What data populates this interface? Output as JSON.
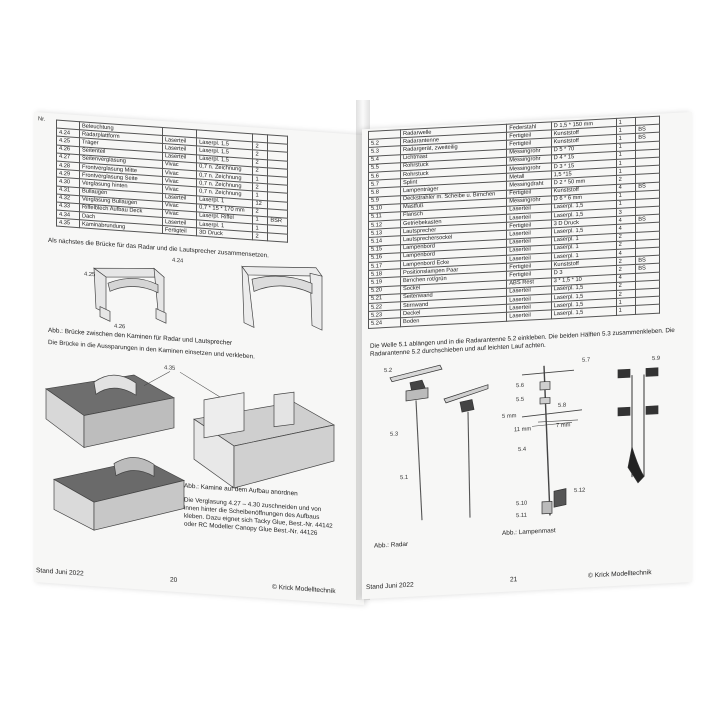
{
  "left_page": {
    "table_header_no": "Nr.",
    "rows": [
      {
        "no": "",
        "name": "Beleuchtung",
        "mat": "",
        "dim": "",
        "qty": "",
        "note": ""
      },
      {
        "no": "4.24",
        "name": "Radarplattform",
        "mat": "Laserteil",
        "dim": "Laserpl. 1,5",
        "qty": "2",
        "note": ""
      },
      {
        "no": "4.25",
        "name": "Träger",
        "mat": "Laserteil",
        "dim": "Laserpl. 1,5",
        "qty": "2",
        "note": ""
      },
      {
        "no": "4.26",
        "name": "Seitenteil",
        "mat": "Laserteil",
        "dim": "Laserpl. 1,5",
        "qty": "2",
        "note": ""
      },
      {
        "no": "4.27",
        "name": "Seitenverglasung",
        "mat": "Vivac",
        "dim": "0,7 n. Zeichnung",
        "qty": "2",
        "note": ""
      },
      {
        "no": "4.28",
        "name": "Frontverglasung Mitte",
        "mat": "Vivac",
        "dim": "0,7 n. Zeichnung",
        "qty": "1",
        "note": ""
      },
      {
        "no": "4.29",
        "name": "Frontverglasung Seite",
        "mat": "Vivac",
        "dim": "0,7 n. Zeichnung",
        "qty": "2",
        "note": ""
      },
      {
        "no": "4.30",
        "name": "Verglasung hinten",
        "mat": "Vivac",
        "dim": "0,7 n. Zeichnung",
        "qty": "1",
        "note": ""
      },
      {
        "no": "4.31",
        "name": "Bullaugen",
        "mat": "Laserteil",
        "dim": "Laserpl. 1",
        "qty": "12",
        "note": ""
      },
      {
        "no": "4.32",
        "name": "Verglasung Bullaugen",
        "mat": "Vivac",
        "dim": "0,7 * 15 * 170 mm",
        "qty": "2",
        "note": ""
      },
      {
        "no": "4.33",
        "name": "Riffelblech Aufbau Deck",
        "mat": "Vivac",
        "dim": "Laserpl. Riffel",
        "qty": "1",
        "note": "BSR"
      },
      {
        "no": "4.34",
        "name": "Dach",
        "mat": "Laserteil",
        "dim": "Laserpl. 1",
        "qty": "1",
        "note": ""
      },
      {
        "no": "4.35",
        "name": "Kaminabrundung",
        "mat": "Fertigteil",
        "dim": "3D Druck",
        "qty": "2",
        "note": ""
      }
    ],
    "text1": "Als nächstes die Brücke für das Radar und die Lautsprecher zusammensetzen.",
    "fig1_labels": [
      "4.24",
      "4.25",
      "4.26"
    ],
    "caption1": "Abb.: Brücke zwischen den Kaminen für Radar und Lautsprecher",
    "text2": "Die Brücke in die Aussparungen in den Kaminen einsetzen und verkleben.",
    "fig2_label": "4.35",
    "caption2": "Abb.: Kamine auf dem Aufbau anordnen",
    "text3_lines": [
      "Die Verglasung 4.27 – 4.30 zuschneiden und von",
      "innen hinter die Scheibenöffnungen des Aufbaus",
      "kleben. Dazu eignet sich Tacky Glue, Best.-Nr. 44142",
      "oder RC Modeller Canopy Glue Best.-Nr. 44126"
    ],
    "footer_left": "Stand Juni 2022",
    "page_number": "20",
    "footer_right": "© Krick Modelltechnik"
  },
  "right_page": {
    "rows": [
      {
        "no": "",
        "name": "Radarwelle",
        "mat": "Federstahl",
        "dim": "D 1,5 * 150 mm",
        "qty": "1",
        "note": ""
      },
      {
        "no": "5.2",
        "name": "Radarantenne",
        "mat": "Fertigteil",
        "dim": "Kunststoff",
        "qty": "1",
        "note": "BS"
      },
      {
        "no": "5.3",
        "name": "Radargerät, zweiteilig",
        "mat": "Fertigteil",
        "dim": "Kunststoff",
        "qty": "1",
        "note": "BS"
      },
      {
        "no": "5.4",
        "name": "Lichtmast",
        "mat": "Messingrohr",
        "dim": "D 5 * 70",
        "qty": "1",
        "note": ""
      },
      {
        "no": "5.5",
        "name": "Rohrstuck",
        "mat": "Messingrohr",
        "dim": "D 4 * 15",
        "qty": "1",
        "note": ""
      },
      {
        "no": "5.6",
        "name": "Rohrstuck",
        "mat": "Messingrohr",
        "dim": "D 3 * 15",
        "qty": "1",
        "note": ""
      },
      {
        "no": "5.7",
        "name": "Splint",
        "mat": "Metall",
        "dim": "1,5 *15",
        "qty": "1",
        "note": ""
      },
      {
        "no": "5.8",
        "name": "Lampenträger",
        "mat": "Messingdraht",
        "dim": "D 2 * 50 mm",
        "qty": "2",
        "note": ""
      },
      {
        "no": "5.9",
        "name": "Deckstrahler m. Scheibe u. Birnchen",
        "mat": "Fertigteil",
        "dim": "Kunststoff",
        "qty": "4",
        "note": "BS"
      },
      {
        "no": "5.10",
        "name": "Mastfuß",
        "mat": "Messingrohr",
        "dim": "D 6 * 6 mm",
        "qty": "1",
        "note": ""
      },
      {
        "no": "5.11",
        "name": "Flansch",
        "mat": "Laserteil",
        "dim": "Laserpl. 1,5",
        "qty": "1",
        "note": ""
      },
      {
        "no": "5.12",
        "name": "Getriebekasten",
        "mat": "Laserteil",
        "dim": "Laserpl. 1,5",
        "qty": "3",
        "note": ""
      },
      {
        "no": "5.13",
        "name": "Lautsprecher",
        "mat": "Fertigteil",
        "dim": "3 D Druck",
        "qty": "4",
        "note": "BS"
      },
      {
        "no": "5.14",
        "name": "Lautsprechersockel",
        "mat": "Laserteil",
        "dim": "Laserpl. 1,5",
        "qty": "4",
        "note": ""
      },
      {
        "no": "5.15",
        "name": "Lampenbord",
        "mat": "Laserteil",
        "dim": "Laserpl. 1",
        "qty": "2",
        "note": ""
      },
      {
        "no": "5.16",
        "name": "Lampenbord",
        "mat": "Laserteil",
        "dim": "Laserpl. 1",
        "qty": "2",
        "note": ""
      },
      {
        "no": "5.17",
        "name": "Lampenbord Ecke",
        "mat": "Laserteil",
        "dim": "Laserpl. 1",
        "qty": "4",
        "note": ""
      },
      {
        "no": "5.18",
        "name": "Positionslampen Paar",
        "mat": "Fertigteil",
        "dim": "Kunststoff",
        "qty": "2",
        "note": "BS"
      },
      {
        "no": "5.19",
        "name": "Birnchen rot/grün",
        "mat": "Fertigteil",
        "dim": "D 3",
        "qty": "2",
        "note": "BS"
      },
      {
        "no": "5.20",
        "name": "Sockel",
        "mat": "ABS Rest",
        "dim": "3 * 1,5 * 10",
        "qty": "4",
        "note": ""
      },
      {
        "no": "5.21",
        "name": "Seitenwand",
        "mat": "Laserteil",
        "dim": "Laserpl. 1,5",
        "qty": "2",
        "note": ""
      },
      {
        "no": "5.22",
        "name": "Stirnwand",
        "mat": "Laserteil",
        "dim": "Laserpl. 1,5",
        "qty": "2",
        "note": ""
      },
      {
        "no": "5.23",
        "name": "Deckel",
        "mat": "Laserteil",
        "dim": "Laserpl. 1,5",
        "qty": "1",
        "note": ""
      },
      {
        "no": "5.24",
        "name": "Boden",
        "mat": "Laserteil",
        "dim": "Laserpl. 1,5",
        "qty": "1",
        "note": ""
      }
    ],
    "text1_lines": [
      "Die Welle 5.1 ablängen und in die Radarantenne 5.2 einkleben. Die beiden Hälften 5.3 zusammenkleben. Die",
      "Radarantenne 5.2 durchschieben und auf leichten Lauf achten."
    ],
    "fig_labels": {
      "a": "5.2",
      "b": "5.3",
      "c": "5.1",
      "d": "5.7",
      "e": "5.6",
      "f": "5.5",
      "g": "5.8",
      "h": "5 mm",
      "i": "11 mm",
      "j": "7 mm",
      "k": "5.4",
      "l": "5.10",
      "m": "5.11",
      "n": "5.12",
      "o": "5.9"
    },
    "caption_radar": "Abb.: Radar",
    "caption_mast": "Abb.: Lampenmast",
    "footer_left": "Stand Juni 2022",
    "page_number": "21",
    "footer_right": "© Krick Modelltechnik"
  }
}
